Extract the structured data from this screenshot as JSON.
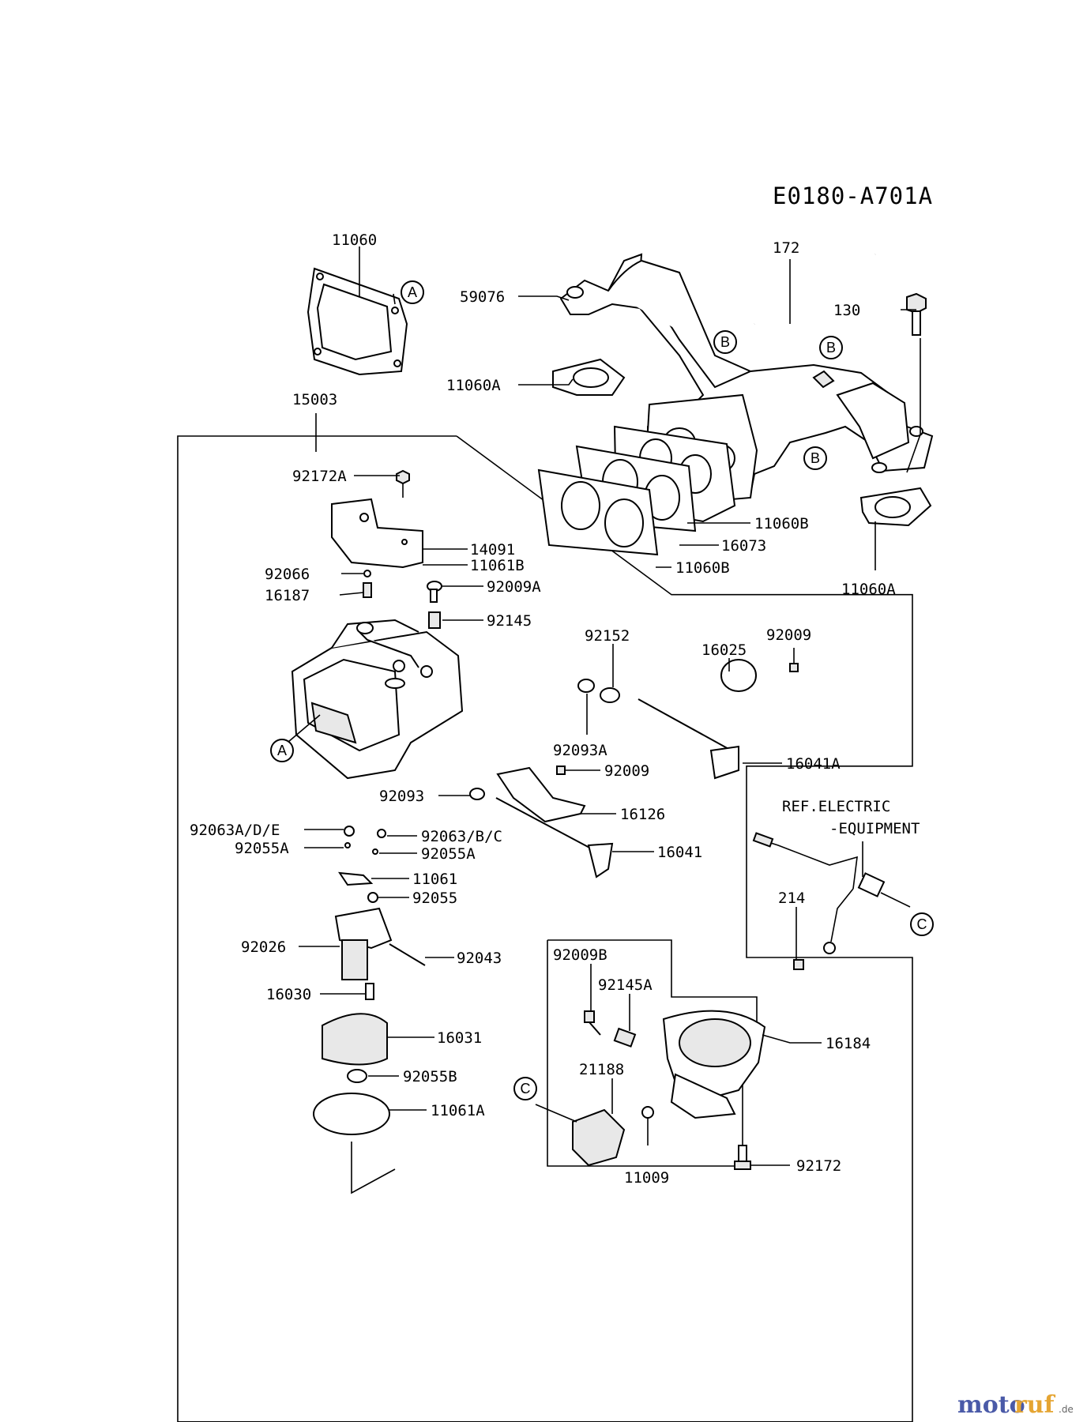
{
  "diagram_code": "E0180-A701A",
  "watermark": {
    "brand_a": "moto",
    "brand_b": "ruf",
    "suffix": ".de"
  },
  "ref_note": {
    "line1": "REF.ELECTRIC",
    "line2": "-EQUIPMENT"
  },
  "callouts": {
    "a": "A",
    "b": "B",
    "c": "C"
  },
  "parts": {
    "p11060": "11060",
    "p59076": "59076",
    "p172": "172",
    "p130": "130",
    "p11060A_left": "11060A",
    "p11060A_right": "11060A",
    "p15003": "15003",
    "p92172A": "92172A",
    "p14091": "14091",
    "p11061B": "11061B",
    "p11060B_top": "11060B",
    "p16073": "16073",
    "p11060B_bottom": "11060B",
    "p92066": "92066",
    "p16187": "16187",
    "p92009A": "92009A",
    "p92145": "92145",
    "p92152": "92152",
    "p16025": "16025",
    "p92009_top": "92009",
    "p92093A": "92093A",
    "p16041A": "16041A",
    "p92009_mid": "92009",
    "p92093": "92093",
    "p16126": "16126",
    "p92063ADE": "92063A/D/E",
    "p92063BC": "92063/B/C",
    "p92055A_left": "92055A",
    "p92055A_right": "92055A",
    "p16041": "16041",
    "p11061": "11061",
    "p92055": "92055",
    "p92026": "92026",
    "p92043": "92043",
    "p16030": "16030",
    "p16031": "16031",
    "p92055B": "92055B",
    "p11061A": "11061A",
    "p214": "214",
    "p92009B": "92009B",
    "p92145A": "92145A",
    "p16184": "16184",
    "p21188": "21188",
    "p11009": "11009",
    "p92172": "92172"
  }
}
